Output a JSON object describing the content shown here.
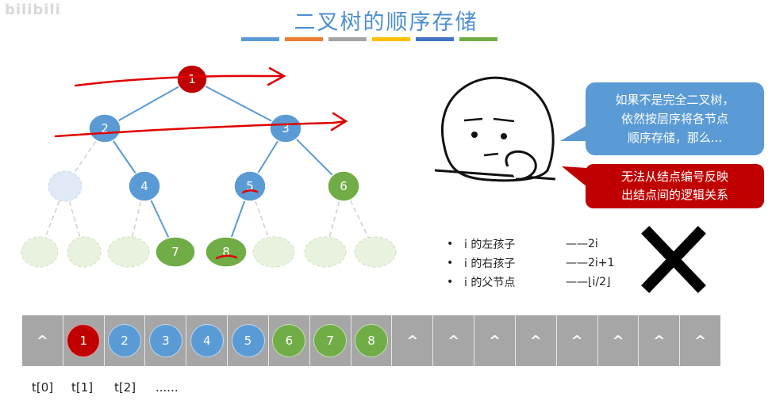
{
  "watermark": "bilibili",
  "title": "二叉树的顺序存储",
  "stripe_colors": [
    "#5b9bd5",
    "#ed7d31",
    "#a5a5a5",
    "#ffc000",
    "#4472c4",
    "#70ad47"
  ],
  "tree": {
    "nodes": [
      "1",
      "2",
      "3",
      "4",
      "5",
      "6",
      "7",
      "8"
    ]
  },
  "bubble_blue": {
    "line1": "如果不是完全二叉树，",
    "line2": "依然按层序将各节点",
    "line3": "顺序存储，那么..."
  },
  "bubble_red": {
    "line1": "无法从结点编号反映",
    "line2": "出结点间的逻辑关系"
  },
  "rules": [
    {
      "bullet": "•",
      "text": "i 的左孩子",
      "formula": "——2i"
    },
    {
      "bullet": "•",
      "text": "i 的右孩子",
      "formula": "——2i+1"
    },
    {
      "bullet": "•",
      "text": "i 的父节点",
      "formula": "——⌊i/2⌋"
    }
  ],
  "array": {
    "cells": [
      "^",
      "1",
      "2",
      "3",
      "4",
      "5",
      "6",
      "7",
      "8",
      "^",
      "^",
      "^",
      "^",
      "^",
      "^",
      "^",
      "^"
    ],
    "colors": {
      "red": "#c00000",
      "blue": "#5b9bd5",
      "green": "#70ad47"
    },
    "cell_colors": [
      "",
      "red",
      "blue",
      "blue",
      "blue",
      "blue",
      "green",
      "green",
      "green",
      "",
      "",
      "",
      "",
      "",
      "",
      "",
      ""
    ]
  },
  "index_labels": [
    "t[0]",
    "t[1]",
    "t[2]",
    "......"
  ]
}
